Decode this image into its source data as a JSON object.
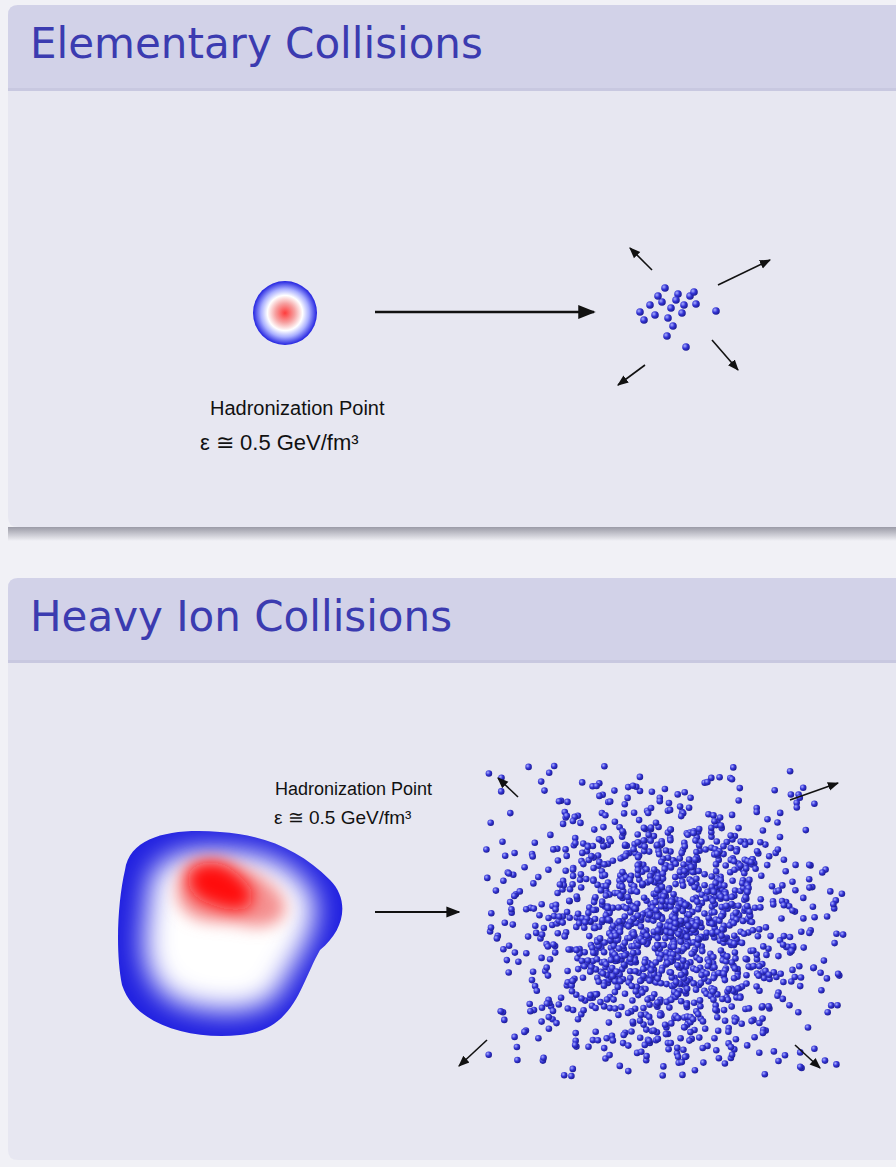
{
  "diagram": {
    "nodes": [
      {
        "text": [
          "Elementary Collisions"
        ]
      },
      {
        "text": [
          "Heavy Ion Collisions"
        ]
      }
    ],
    "labels": [
      "Hadronization Point",
      "ε ≅ 0.5 GeV/fm³",
      "Hadronization Point",
      "ε ≅ 0.5 GeV/fm³"
    ]
  }
}
